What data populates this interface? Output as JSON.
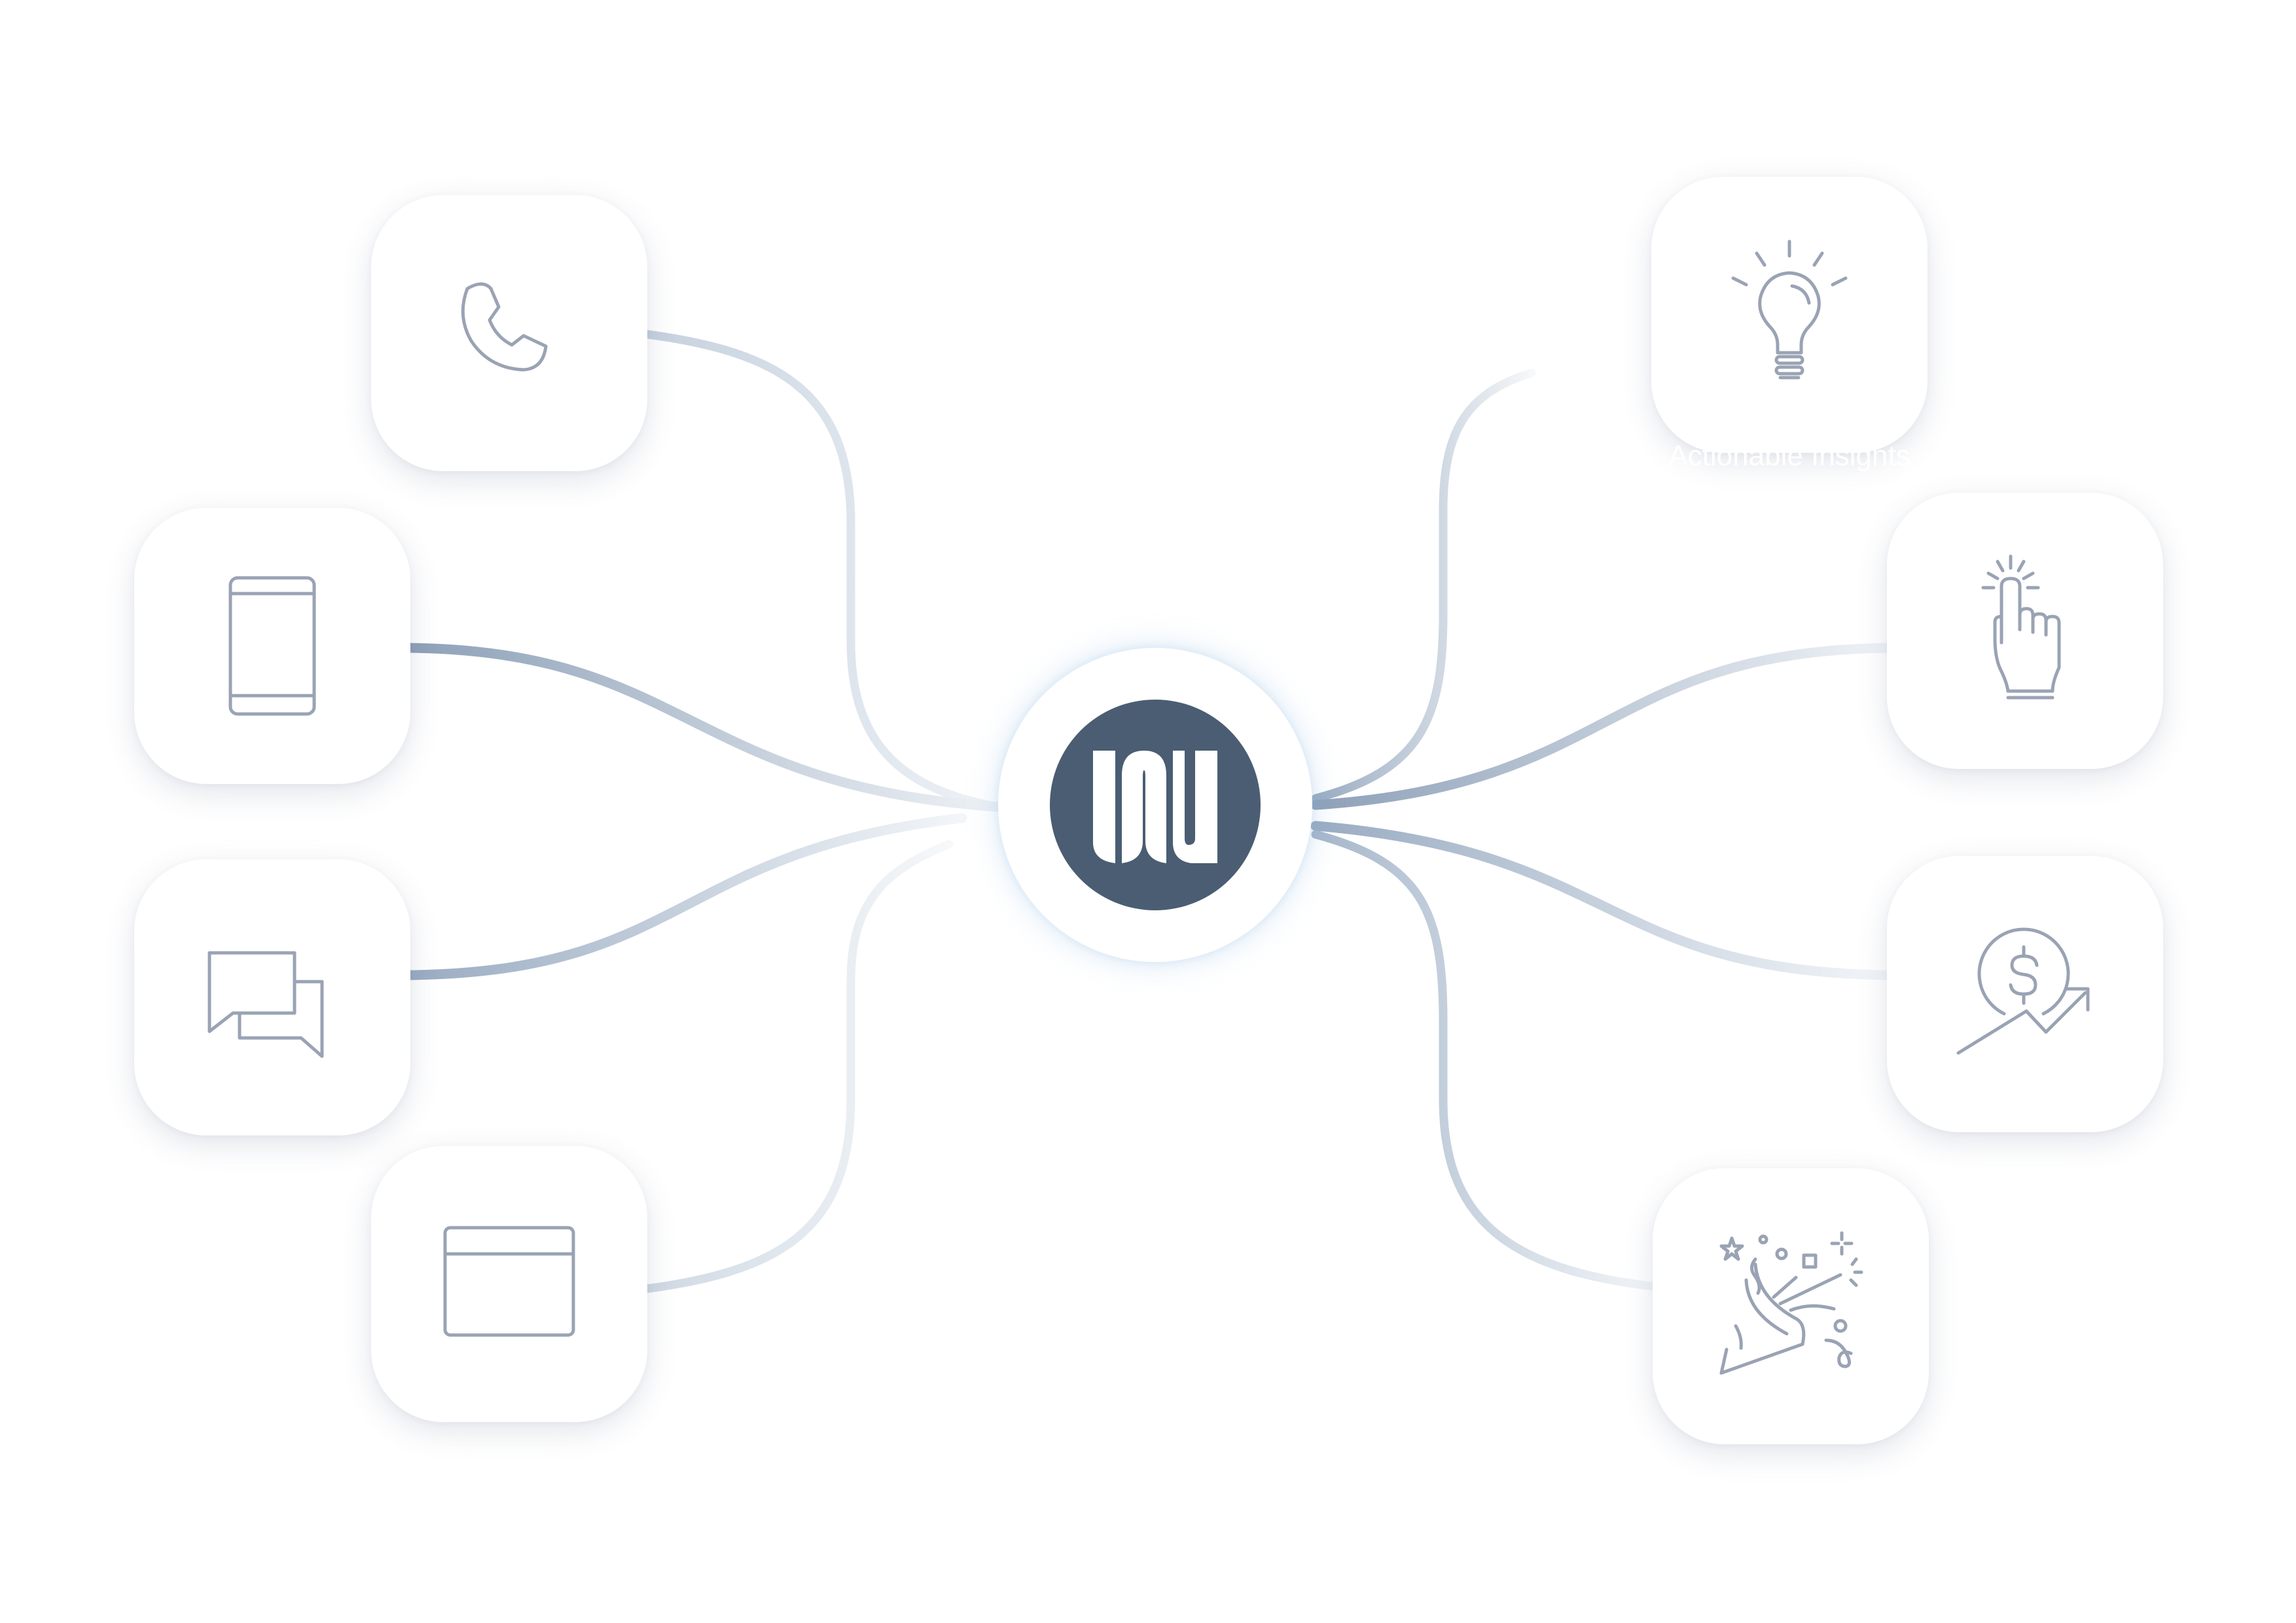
{
  "diagram": {
    "hub": {
      "logo_icon": "brand-monogram-icon"
    },
    "inputs": [
      {
        "id": "phone",
        "icon": "phone-icon",
        "label": ""
      },
      {
        "id": "mobile",
        "icon": "mobile-device-icon",
        "label": ""
      },
      {
        "id": "chat",
        "icon": "chat-bubbles-icon",
        "label": ""
      },
      {
        "id": "web",
        "icon": "browser-window-icon",
        "label": ""
      }
    ],
    "outputs": [
      {
        "id": "insights",
        "icon": "lightbulb-icon",
        "label": "Actionable Insights"
      },
      {
        "id": "action",
        "icon": "hand-tap-icon",
        "label": ""
      },
      {
        "id": "revenue",
        "icon": "dollar-growth-icon",
        "label": ""
      },
      {
        "id": "celebrate",
        "icon": "party-popper-icon",
        "label": ""
      }
    ]
  },
  "colors": {
    "hub_fill": "#4a5d72",
    "connector": "#90a3bb",
    "icon_stroke": "#9aa3b4",
    "tile_background": "#ffffff",
    "hub_glow": "#b9d9f2"
  }
}
